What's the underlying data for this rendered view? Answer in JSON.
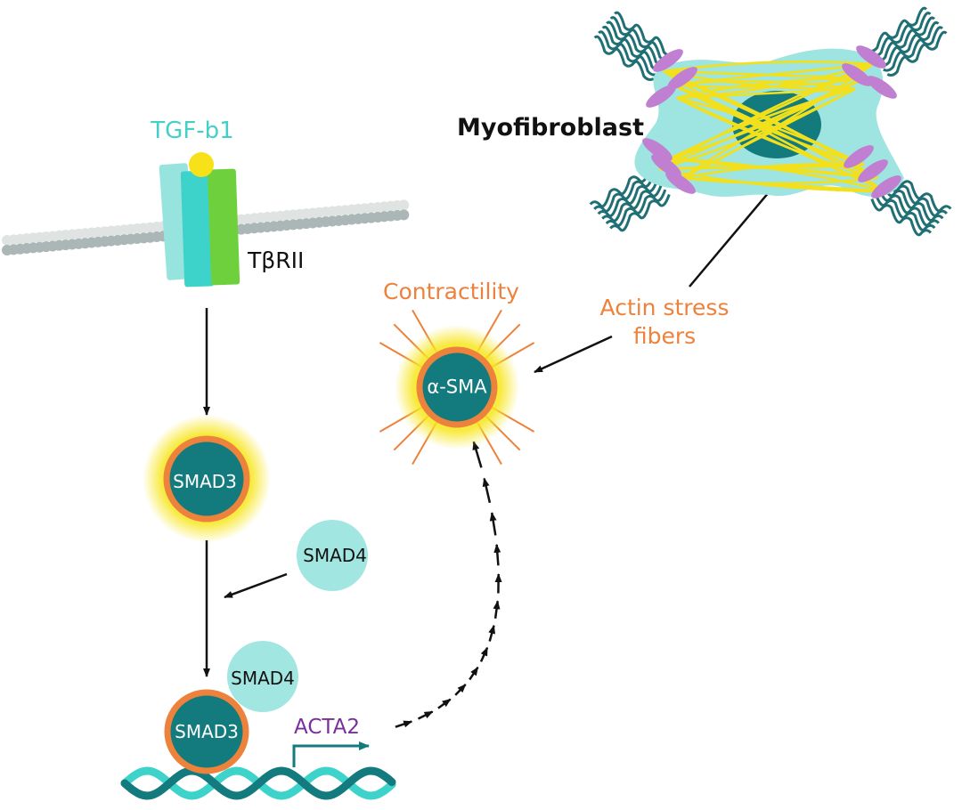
{
  "labels": {
    "ligand": "TGF-b1",
    "receptor": "TβRII",
    "cell": "Myofibroblast",
    "contractility": "Contractility",
    "actin_stress_fibers": "Actin stress fibers",
    "alpha_sma": "α-SMA",
    "smad3_phospho": "SMAD3",
    "smad4_free": "SMAD4",
    "smad4_complex": "SMAD4",
    "smad3_bound": "SMAD3",
    "gene": "ACTA2"
  },
  "colors": {
    "ligand_text": "#43d1c7",
    "ligand_ball": "#f7e21a",
    "receptor_light": "#97e3dd",
    "receptor_cyan": "#3ed3ca",
    "receptor_green": "#6fd03e",
    "membrane_light": "#dfe4e3",
    "membrane_dark": "#aab7b6",
    "core_teal": "#137b7d",
    "ring_orange": "#ec823c",
    "glow_yellow": "#f7e61e",
    "smad4_fill": "#a2e6e2",
    "dna_dark": "#137b7d",
    "dna_light": "#3ed3ca",
    "gene_text": "#7b2d9b",
    "cell_body": "#9ee4e0",
    "stress_fiber": "#f3e01d",
    "focal_adhesion": "#c07fd1",
    "ecm_fiber": "#1f6f74",
    "arrow": "#111111",
    "orange_text": "#ec823c"
  },
  "icons": [
    "cell-membrane-icon",
    "receptor-icon",
    "ligand-ball-icon",
    "dna-helix-icon",
    "myofibroblast-icon",
    "transcription-arrow-icon"
  ]
}
